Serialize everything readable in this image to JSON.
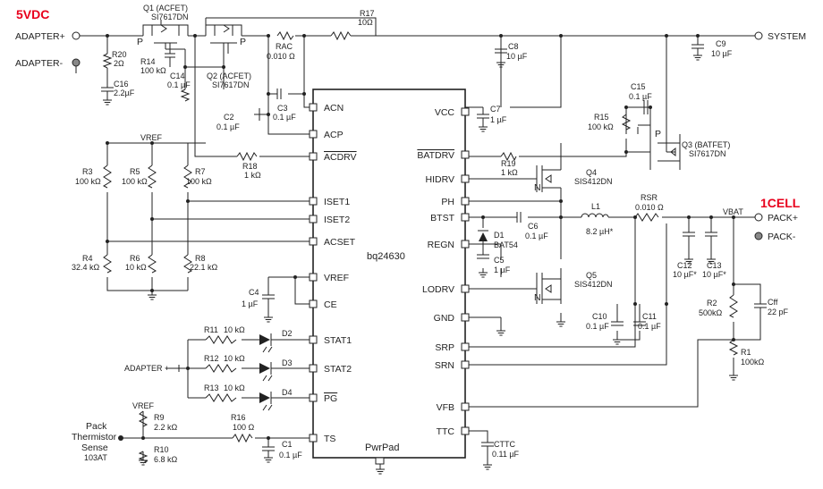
{
  "headline": {
    "left": "5VDC",
    "right": "1CELL"
  },
  "colors": {
    "headline": "#e8001c",
    "ink": "#222222",
    "chip_fill": "#ffffff"
  },
  "terminals": {
    "adapter_plus": "ADAPTER+",
    "adapter_minus": "ADAPTER-",
    "system": "SYSTEM",
    "pack_plus": "PACK+",
    "pack_minus": "PACK-",
    "vbat": "VBAT",
    "vref_top": "VREF",
    "vref_bottom": "VREF",
    "adapter_led": "ADAPTER +"
  },
  "chip": {
    "name": "bq24630",
    "pwrpad": "PwrPad",
    "pins_left": [
      "ACN",
      "ACP",
      "ACDRV",
      "ISET1",
      "ISET2",
      "ACSET",
      "VREF",
      "CE",
      "STAT1",
      "STAT2",
      "PG",
      "TS"
    ],
    "pins_right": [
      "VCC",
      "BATDRV",
      "HIDRV",
      "PH",
      "BTST",
      "REGN",
      "LODRV",
      "GND",
      "SRP",
      "SRN",
      "VFB",
      "TTC"
    ]
  },
  "mosfets": {
    "q1": {
      "ref": "Q1 (ACFET)",
      "part": "SI7617DN"
    },
    "q2": {
      "ref": "Q2 (ACFET)",
      "part": "SI7617DN"
    },
    "q3": {
      "ref": "Q3 (BATFET)",
      "part": "SI7617DN"
    },
    "q4": {
      "ref": "Q4",
      "part": "SIS412DN"
    },
    "q5": {
      "ref": "Q5",
      "part": "SIS412DN"
    },
    "p_label": "P",
    "n_label": "N"
  },
  "resistors": {
    "r20": {
      "ref": "R20",
      "val": "2Ω"
    },
    "r14": {
      "ref": "R14",
      "val": "100 kΩ"
    },
    "r17": {
      "ref": "R17",
      "val": "10Ω"
    },
    "rac": {
      "ref": "RAC",
      "val": "0.010 Ω"
    },
    "r18": {
      "ref": "R18",
      "val": "1 kΩ"
    },
    "r3": {
      "ref": "R3",
      "val": "100 kΩ"
    },
    "r5": {
      "ref": "R5",
      "val": "100 kΩ"
    },
    "r7": {
      "ref": "R7",
      "val": "100 kΩ"
    },
    "r4": {
      "ref": "R4",
      "val": "32.4 kΩ"
    },
    "r6": {
      "ref": "R6",
      "val": "10 kΩ"
    },
    "r8": {
      "ref": "R8",
      "val": "22.1 kΩ"
    },
    "r11": {
      "ref": "R11",
      "val": "10 kΩ"
    },
    "r12": {
      "ref": "R12",
      "val": "10 kΩ"
    },
    "r13": {
      "ref": "R13",
      "val": "10 kΩ"
    },
    "r9": {
      "ref": "R9",
      "val": "2.2 kΩ"
    },
    "r10": {
      "ref": "R10",
      "val": "6.8 kΩ"
    },
    "r16": {
      "ref": "R16",
      "val": "100 Ω"
    },
    "r15": {
      "ref": "R15",
      "val": "100 kΩ"
    },
    "r19": {
      "ref": "R19",
      "val": "1 kΩ"
    },
    "rsr": {
      "ref": "RSR",
      "val": "0.010 Ω"
    },
    "r2": {
      "ref": "R2",
      "val": "500kΩ"
    },
    "r1": {
      "ref": "R1",
      "val": "100kΩ"
    }
  },
  "capacitors": {
    "c16": {
      "ref": "C16",
      "val": "2.2µF"
    },
    "c14": {
      "ref": "C14",
      "val": "0.1 µF"
    },
    "c3": {
      "ref": "C3",
      "val": "0.1 µF"
    },
    "c2": {
      "ref": "C2",
      "val": "0.1 µF"
    },
    "c8": {
      "ref": "C8",
      "val": "10 µF"
    },
    "c9": {
      "ref": "C9",
      "val": "10 µF"
    },
    "c7": {
      "ref": "C7",
      "val": "1 µF"
    },
    "c15": {
      "ref": "C15",
      "val": "0.1 µF"
    },
    "c6": {
      "ref": "C6",
      "val": "0.1 µF"
    },
    "c5": {
      "ref": "C5",
      "val": "1 µF"
    },
    "c4": {
      "ref": "C4",
      "val": "1 µF"
    },
    "c1": {
      "ref": "C1",
      "val": "0.1 µF"
    },
    "c10": {
      "ref": "C10",
      "val": "0.1 µF"
    },
    "c11": {
      "ref": "C11",
      "val": "0.1 µF"
    },
    "c12": {
      "ref": "C12",
      "val": "10 µF*"
    },
    "c13": {
      "ref": "C13",
      "val": "10 µF*"
    },
    "cff": {
      "ref": "Cff",
      "val": "22 pF"
    },
    "cttc": {
      "ref": "CTTC",
      "val": "0.11 µF"
    }
  },
  "inductor": {
    "ref": "L1",
    "val": "8.2 µH*"
  },
  "diodes": {
    "d1": {
      "ref": "D1",
      "part": "BAT54"
    },
    "d2": "D2",
    "d3": "D3",
    "d4": "D4"
  },
  "thermistor": {
    "l1": "Pack",
    "l2": "Thermistor",
    "l3": "Sense",
    "l4": "103AT"
  }
}
